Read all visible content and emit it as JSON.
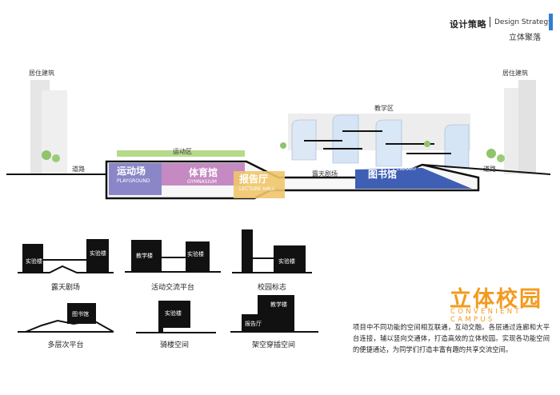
{
  "header": {
    "title": "设计策略",
    "title_en": "Design Strategy",
    "subtitle": "立体聚落",
    "accent_color": "#2f7fd1"
  },
  "section": {
    "left_building_label": "居住建筑",
    "right_building_label": "居住建筑",
    "teaching_label": "教学区",
    "sports_area_label": "运动区",
    "road_left_label": "道路",
    "road_right_label": "道路",
    "open_theater_label": "露天剧场",
    "zones": [
      {
        "cn": "运动场",
        "en": "PLAYGROUND",
        "color": "#8a86c7"
      },
      {
        "cn": "体育馆",
        "en": "GYMNASIUM",
        "color": "#c58ac2"
      },
      {
        "cn": "报告厅",
        "en": "LECTURE HALL",
        "color": "#f0c56a"
      },
      {
        "cn": "图书馆",
        "en": "LIBRARY",
        "color": "#3e5fb4"
      }
    ]
  },
  "thumbnails": [
    {
      "caption": "露天剧场",
      "labels": [
        "实验楼",
        "实验楼"
      ]
    },
    {
      "caption": "活动交流平台",
      "labels": [
        "教学楼",
        "实验楼"
      ]
    },
    {
      "caption": "校园标志",
      "labels": [
        "实验楼"
      ]
    },
    {
      "caption": "多层次平台",
      "labels": [
        "图书馆"
      ]
    },
    {
      "caption": "骑楼空间",
      "labels": [
        "实验楼"
      ]
    },
    {
      "caption": "架空穿插空间",
      "labels": [
        "教学楼",
        "报告厅"
      ]
    }
  ],
  "campus": {
    "title": "立体校园",
    "title_en": "CONVENIENT CAMPUS",
    "title_color": "#f39a1e",
    "description": "项目中不同功能的空间相互联通，互动交融。各层通过连廊和大平台连接，辅以竖向交通体，打造高效的立体校园。实现各功能空间的便捷通达，为同学们打造丰富有趣的共享交流空间。"
  }
}
